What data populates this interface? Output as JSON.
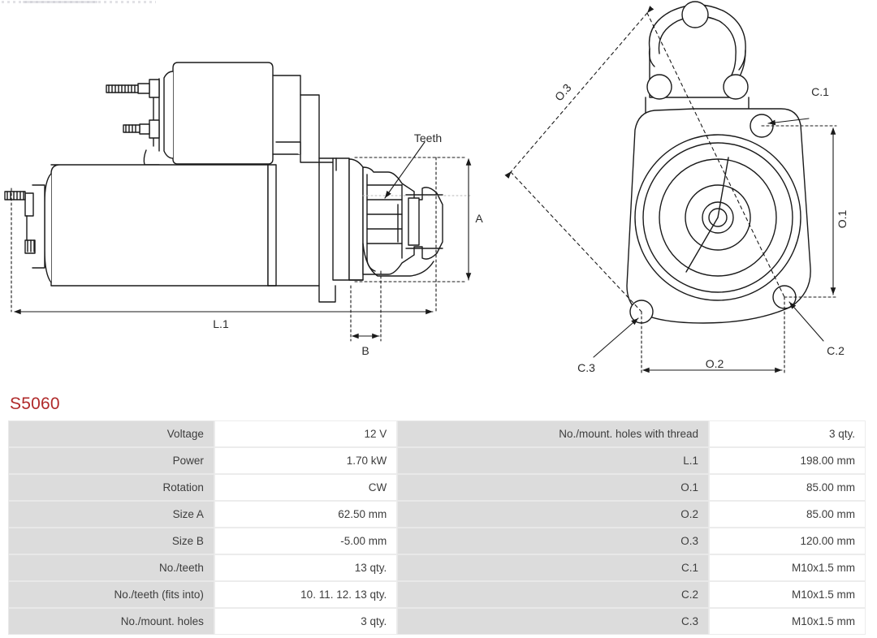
{
  "part_number": "S5060",
  "drawings": {
    "side_view": {
      "labels": {
        "teeth": "Teeth",
        "dim_a": "A",
        "dim_b": "B",
        "dim_l1": "L.1"
      }
    },
    "front_view": {
      "labels": {
        "c1": "C.1",
        "c2": "C.2",
        "c3": "C.3",
        "o1": "O.1",
        "o2": "O.2",
        "o3": "O.3"
      }
    }
  },
  "spec_table": {
    "rows": [
      {
        "label_left": "Voltage",
        "value_left": "12 V",
        "label_right": "No./mount. holes with thread",
        "value_right": "3 qty."
      },
      {
        "label_left": "Power",
        "value_left": "1.70 kW",
        "label_right": "L.1",
        "value_right": "198.00 mm"
      },
      {
        "label_left": "Rotation",
        "value_left": "CW",
        "label_right": "O.1",
        "value_right": "85.00 mm"
      },
      {
        "label_left": "Size A",
        "value_left": "62.50 mm",
        "label_right": "O.2",
        "value_right": "85.00 mm"
      },
      {
        "label_left": "Size B",
        "value_left": "-5.00 mm",
        "label_right": "O.3",
        "value_right": "120.00 mm"
      },
      {
        "label_left": "No./teeth",
        "value_left": "13 qty.",
        "label_right": "C.1",
        "value_right": "M10x1.5 mm"
      },
      {
        "label_left": "No./teeth (fits into)",
        "value_left": "10. 11. 12. 13 qty.",
        "label_right": "C.2",
        "value_right": "M10x1.5 mm"
      },
      {
        "label_left": "No./mount. holes",
        "value_left": "3 qty.",
        "label_right": "C.3",
        "value_right": "M10x1.5 mm"
      }
    ]
  },
  "colors": {
    "title": "#b02a2a",
    "label_cell_bg": "#dcdcdc",
    "value_cell_bg": "#ffffff",
    "line": "#1a1a1a"
  }
}
